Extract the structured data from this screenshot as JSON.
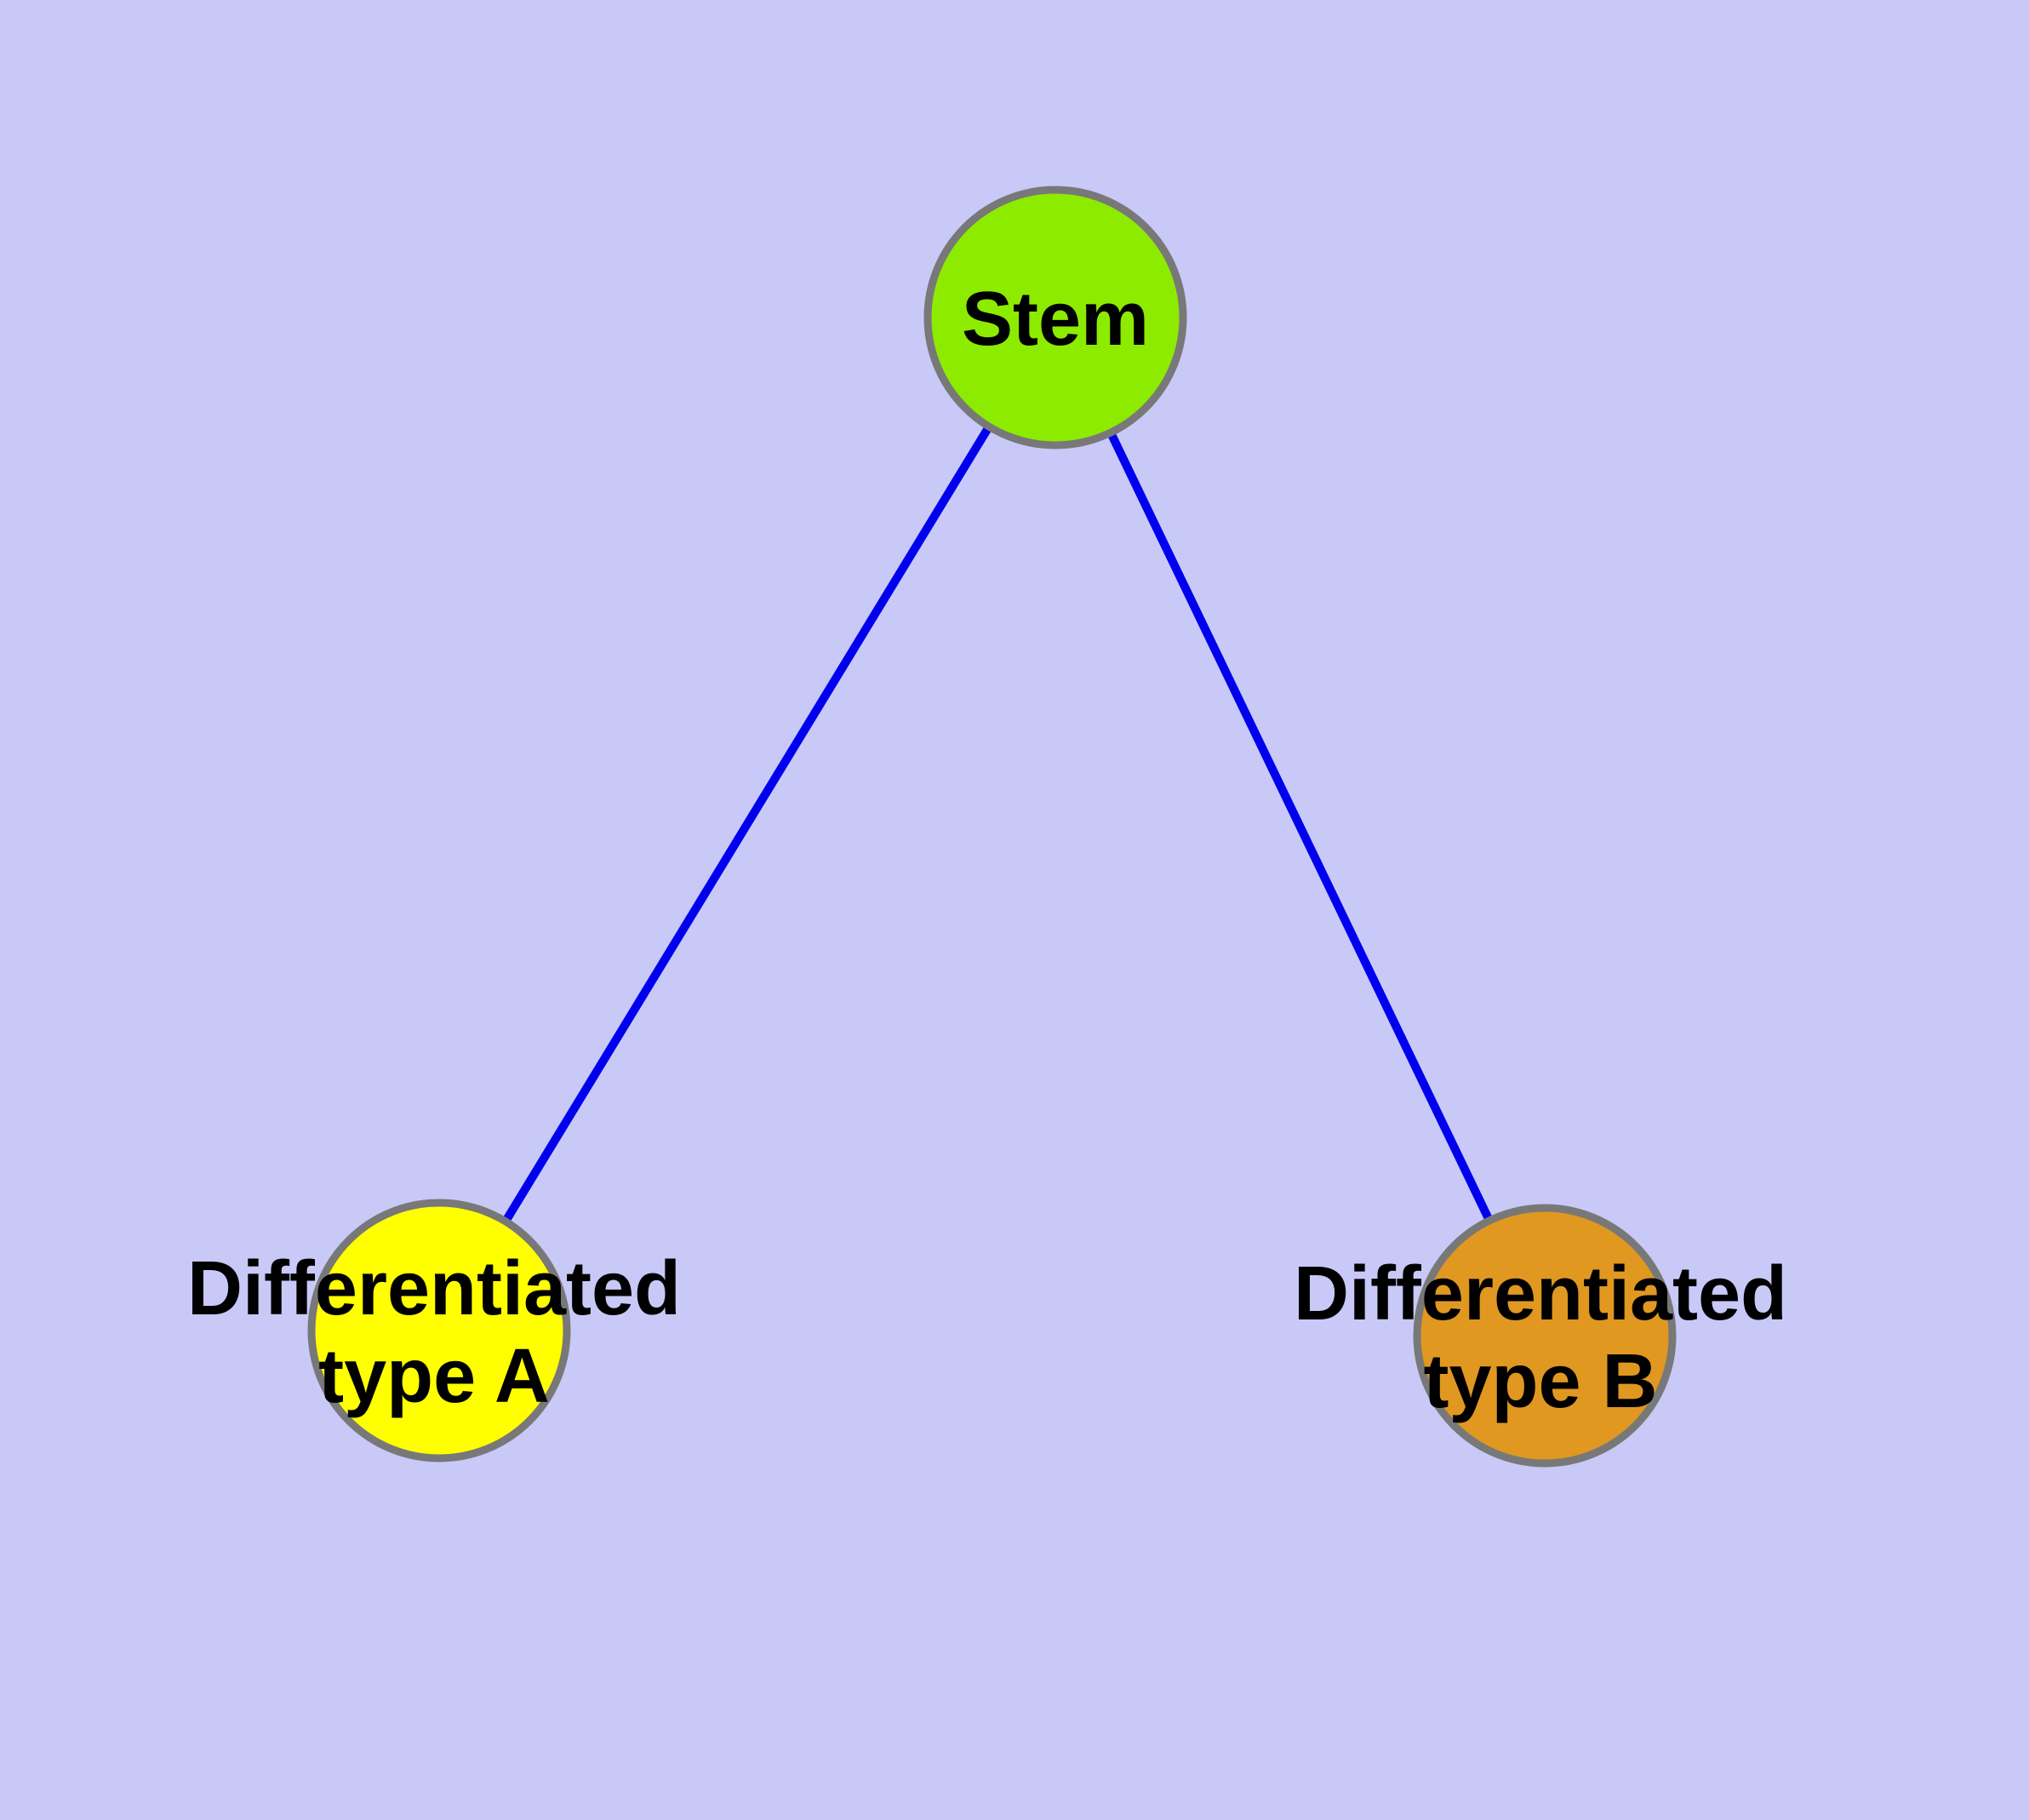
{
  "diagram": {
    "type": "graph",
    "background_color": "#c9c9f8",
    "edge_color": "#0000ee",
    "node_border_color": "#787878",
    "label_color": "#000000",
    "nodes": [
      {
        "id": "stem",
        "label": "Stem",
        "fill_color": "#8deb00"
      },
      {
        "id": "diff-a",
        "label_line1": "Differentiated",
        "label_line2": "type A",
        "fill_color": "#ffff00"
      },
      {
        "id": "diff-b",
        "label_line1": "Differentiated",
        "label_line2": "type B",
        "fill_color": "#e09820"
      }
    ],
    "edges": [
      {
        "source": "Stem",
        "target": "Differentiated type A"
      },
      {
        "source": "Stem",
        "target": "Differentiated type B"
      }
    ]
  }
}
